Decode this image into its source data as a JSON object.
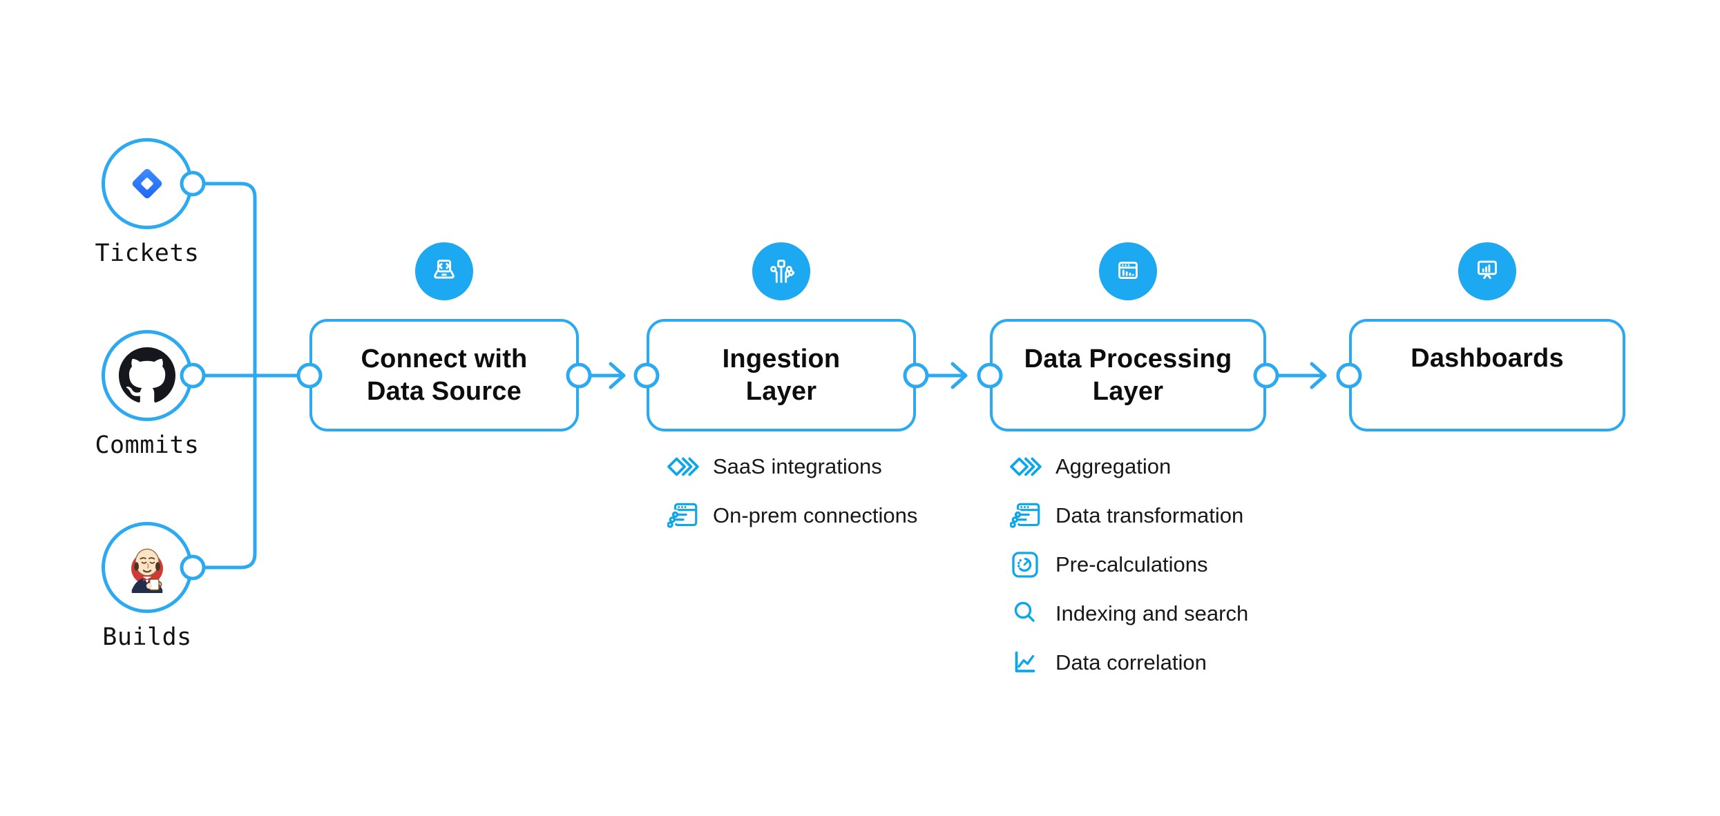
{
  "diagram": {
    "sources": [
      {
        "label": "Tickets",
        "icon": "jira-icon"
      },
      {
        "label": "Commits",
        "icon": "github-icon"
      },
      {
        "label": "Builds",
        "icon": "jenkins-icon"
      }
    ],
    "stages": [
      {
        "title": "Connect with\nData Source",
        "icon": "laptop-code-icon",
        "items": []
      },
      {
        "title": "Ingestion\nLayer",
        "icon": "circuit-branches-icon",
        "items": [
          {
            "label": "SaaS integrations",
            "icon": "stacked-diamonds-icon"
          },
          {
            "label": "On-prem connections",
            "icon": "window-sliders-icon"
          }
        ]
      },
      {
        "title": "Data Processing\nLayer",
        "icon": "window-bar-chart-icon",
        "items": [
          {
            "label": "Aggregation",
            "icon": "stacked-diamonds-icon"
          },
          {
            "label": "Data transformation",
            "icon": "window-sliders-icon"
          },
          {
            "label": "Pre-calculations",
            "icon": "gauge-icon"
          },
          {
            "label": "Indexing and search",
            "icon": "search-icon"
          },
          {
            "label": "Data correlation",
            "icon": "line-chart-icon"
          }
        ]
      },
      {
        "title": "Dashboards",
        "icon": "presentation-chart-icon",
        "items": []
      }
    ],
    "colors": {
      "line_blue": "#2BA9F1",
      "badge_blue": "#1CA9F1",
      "list_icon_blue": "#0CA6EA",
      "text_dark": "#111214",
      "jira_blue": "#2684FF",
      "github_black": "#15171C",
      "jenkins_red": "#CF3A36"
    }
  }
}
